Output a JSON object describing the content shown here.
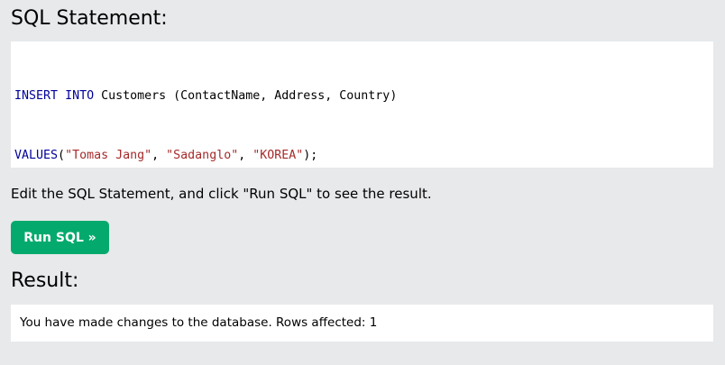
{
  "sql_section": {
    "heading": "SQL Statement:"
  },
  "editor": {
    "line1": {
      "kw1": "INSERT",
      "sp1": " ",
      "kw2": "INTO",
      "rest": " Customers (ContactName, Address, Country)"
    },
    "line2": {
      "kw1": "VALUES",
      "p1": "(",
      "s1": "\"Tomas Jang\"",
      "p2": ", ",
      "s2": "\"Sadanglo\"",
      "p3": ", ",
      "s3": "\"KOREA\"",
      "p4": ");"
    }
  },
  "instructions": "Edit the SQL Statement, and click \"Run SQL\" to see the result.",
  "run_button": {
    "label": "Run SQL »"
  },
  "result_section": {
    "heading": "Result:",
    "message": "You have made changes to the database. Rows affected: 1"
  },
  "colors": {
    "background": "#e7e9eb",
    "button": "#04aa6d",
    "keyword": "#000099",
    "string": "#a52a2a"
  }
}
